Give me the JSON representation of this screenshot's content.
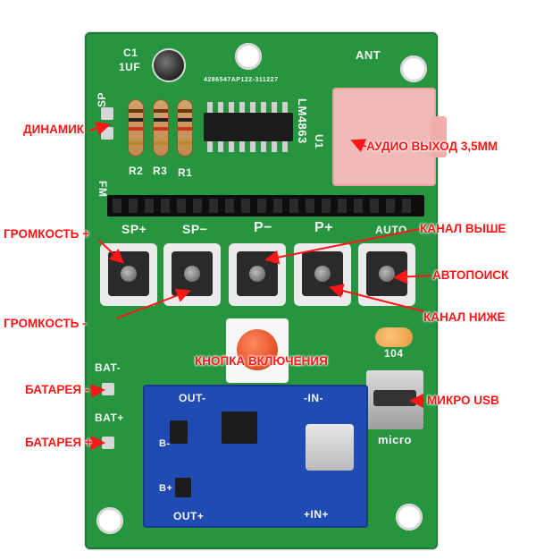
{
  "silkscreen": {
    "c1": "C1",
    "c1_value": "1UF",
    "sp": "SP",
    "ant": "ANT",
    "chip_code": "4286547AP122-311227",
    "ic_name": "LM4863",
    "u1": "U1",
    "r1": "R1",
    "r2": "R2",
    "r3": "R3",
    "fm": "FM",
    "btn_sp_plus": "SP+",
    "btn_sp_minus": "SP−",
    "btn_p_minus": "P−",
    "btn_p_plus": "P+",
    "btn_auto": "AUTO",
    "bat_minus": "BAT-",
    "bat_plus": "BAT+",
    "cap_code": "104",
    "micro": "micro",
    "out_minus": "OUT-",
    "in_minus": "-IN-",
    "out_plus": "OUT+",
    "in_plus": "+IN+",
    "b_minus": "B-",
    "b_plus": "B+"
  },
  "callouts": {
    "speaker": "ДИНАМИК",
    "audio_out": "АУДИО ВЫХОД 3,5ММ",
    "channel_up": "КАНАЛ ВЫШЕ",
    "volume_up": "ГРОМКОСТЬ +",
    "autoscan": "АВТОПОИСК",
    "volume_down": "ГРОМКОСТЬ -",
    "channel_down": "КАНАЛ НИЖЕ",
    "power_button": "КНОПКА ВКЛЮЧЕНИЯ",
    "battery_minus": "БАТАРЕЯ -",
    "micro_usb": "МИКРО USB",
    "battery_plus": "БАТАРЕЯ +"
  },
  "colors": {
    "pcb": "#27953f",
    "callout": "#ff1616",
    "charger_board": "#1f4bb3",
    "power_button": "#e6542a",
    "audio_jack": "#f1b9b7"
  }
}
